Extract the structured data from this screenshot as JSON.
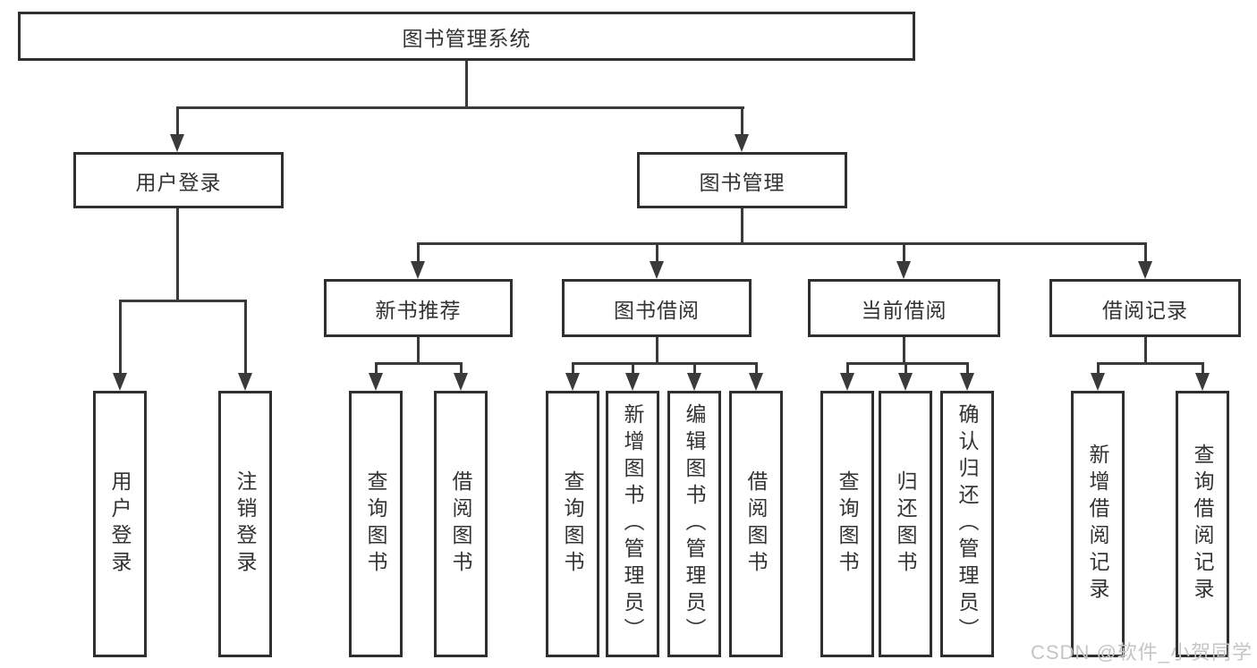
{
  "tree": {
    "label": "图书管理系统",
    "children": [
      {
        "label": "用户登录",
        "children": [
          {
            "label": "用户登录"
          },
          {
            "label": "注销登录"
          }
        ]
      },
      {
        "label": "图书管理",
        "children": [
          {
            "label": "新书推荐",
            "children": [
              {
                "label": "查询图书"
              },
              {
                "label": "借阅图书"
              }
            ]
          },
          {
            "label": "图书借阅",
            "children": [
              {
                "label": "查询图书"
              },
              {
                "label": "新增图书（管理员）"
              },
              {
                "label": "编辑图书（管理员）"
              },
              {
                "label": "借阅图书"
              }
            ]
          },
          {
            "label": "当前借阅",
            "children": [
              {
                "label": "查询图书"
              },
              {
                "label": "归还图书"
              },
              {
                "label": "确认归还（管理员）"
              }
            ]
          },
          {
            "label": "借阅记录",
            "children": [
              {
                "label": "新增借阅记录"
              },
              {
                "label": "查询借阅记录"
              }
            ]
          }
        ]
      }
    ]
  },
  "watermark": {
    "text": "CSDN @软件_小贺同学"
  },
  "colors": {
    "line": "#3a3a3a",
    "border": "#2f2f2f",
    "text": "#333333",
    "watermark": "#c5c5c5",
    "background": "#ffffff"
  }
}
